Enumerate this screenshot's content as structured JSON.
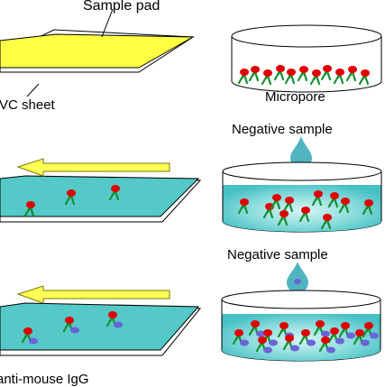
{
  "labels": {
    "sample_pad": "Sample pad",
    "pvc_sheet": "VC sheet",
    "micropore": "Micropore",
    "negative_sample_1": "Negative sample",
    "negative_sample_2": "Negative sample",
    "anti_mouse_igg": "anti-mouse IgG"
  },
  "colors": {
    "sample_pad": "#ffff44",
    "liquid": "#55c8c8",
    "drop": "#4fb4c0",
    "arrow": "#ffff55",
    "antigen_red": "#e00000",
    "antibody_green": "#159030",
    "particle_blue": "#6a64d8"
  }
}
